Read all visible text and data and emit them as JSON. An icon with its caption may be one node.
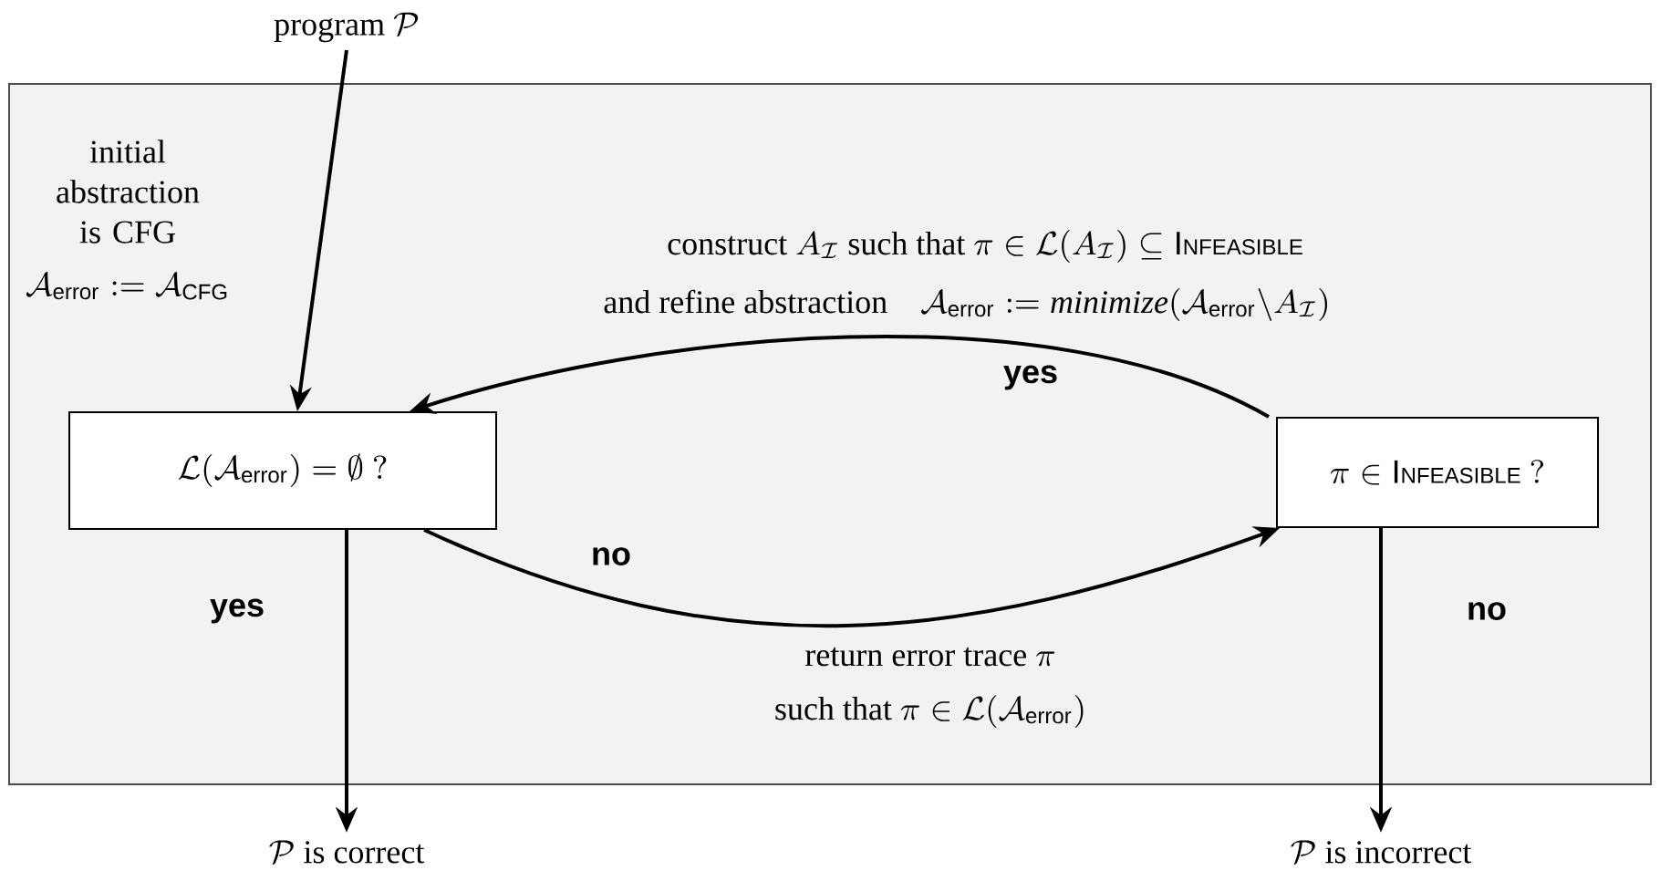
{
  "diagram": {
    "nodes": [
      {
        "text": [],
        "shape": "box"
      },
      {
        "text": [
          "\\text{program } \\mathcal{P}"
        ]
      },
      {
        "text": [
          "\\mathcal{L}(\\mathcal{A}_{\\mathsf{error}}) = \\emptyset\\ ?"
        ],
        "in": 0
      },
      {
        "text": [
          "\\pi \\in \\mathsf{I}{\\scriptstyle\\mathsf{NFEASIBLE}}\\ ?"
        ],
        "in": 0
      },
      {
        "text": [
          "\\mathcal{P}\\text{ is correct}"
        ]
      },
      {
        "text": [
          "\\mathcal{P}\\text{ is incorrect}"
        ]
      }
    ],
    "edges": [
      {
        "from": 1,
        "to": 2,
        "arrow": "to"
      },
      {
        "from": 3,
        "to": 2,
        "arrow": "to",
        "label": "yes"
      },
      {
        "from": 2,
        "to": 3,
        "arrow": "to",
        "label": "no"
      },
      {
        "from": 2,
        "to": 4,
        "arrow": "to",
        "label": "yes"
      },
      {
        "from": 3,
        "to": 5,
        "arrow": "to",
        "label": "no"
      }
    ],
    "labels": [
      "initial abstraction is CFG",
      "\\mathcal{A}_{\\mathsf{error}} := \\mathcal{A}_{\\mathsf{CFG}}",
      "\\text{construct } A_{\\mathcal{I}} \\text{ such that } \\pi \\in \\mathcal{L}(A_{\\mathcal{I}}) \\subseteq \\mathsf{I}{\\scriptstyle\\mathsf{NFEASIBLE}}",
      "\\text{and refine abstraction}\\quad \\mathcal{A}_{\\mathsf{error}} := \\mathit{minimize}(\\mathcal{A}_{\\mathsf{error}} \\backslash A_{\\mathcal{I}})",
      "\\text{return error trace } \\pi",
      "\\text{such that } \\pi \\in \\mathcal{L}(\\mathcal{A}_{\\mathsf{error}})"
    ]
  }
}
